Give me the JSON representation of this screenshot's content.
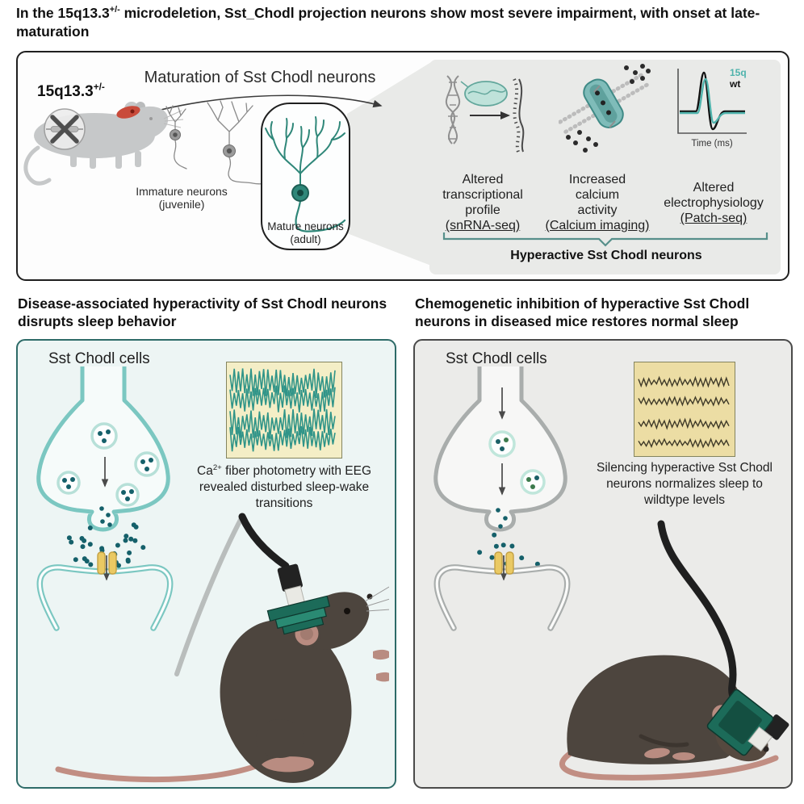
{
  "header": {
    "title_parts": {
      "pre": "In the 15q13.3",
      "sup": "+/-",
      "post": " microdeletion, Sst_Chodl projection neurons show most severe impairment, with onset at late-maturation"
    }
  },
  "top_panel": {
    "maturation_title": "Maturation of Sst Chodl neurons",
    "genotype": {
      "base": "15q13.3",
      "sup": "+/-"
    },
    "immature_label": [
      "Immature neurons",
      "(juvenile)"
    ],
    "mature_label": [
      "Mature neurons",
      "(adult)"
    ],
    "findings": [
      {
        "lines": [
          "Altered",
          "transcriptional",
          "profile"
        ],
        "method": "(snRNA-seq)"
      },
      {
        "lines": [
          "Increased",
          "calcium",
          "activity"
        ],
        "method": "(Calcium imaging)"
      },
      {
        "lines": [
          "Altered",
          "electrophysiology"
        ],
        "method": "(Patch-seq)"
      }
    ],
    "ephys": {
      "legend": [
        {
          "label": "15q",
          "color": "#4fb3ac"
        },
        {
          "label": "wt",
          "color": "#111111"
        }
      ],
      "xlabel": "Time (ms)"
    },
    "brace_label": "Hyperactive Sst Chodl neurons"
  },
  "left_panel": {
    "title": "Disease-associated hyperactivity of Sst Chodl neurons disrupts sleep behavior",
    "cells_label": "Sst Chodl cells",
    "caption": {
      "pre": "Ca",
      "sup": "2+",
      "post": " fiber photometry with EEG revealed disturbed sleep-wake transitions"
    }
  },
  "right_panel": {
    "title": "Chemogenetic inhibition of hyperactive Sst Chodl neurons in diseased mice restores normal sleep",
    "cells_label": "Sst Chodl cells",
    "caption": "Silencing hyperactive Sst Chodl neurons normalizes sleep to wildtype levels"
  },
  "colors": {
    "synapse_teal": "#7bc7c1",
    "synapse_grey": "#a9adac",
    "neuron_teal": "#2f8779",
    "eeg_trace_left": "#2f9488",
    "eeg_trace_right": "#3f3a28",
    "mouse_dark": "#4d453e",
    "mouse_grey": "#c6c8c9",
    "tail_pink": "#c18e83",
    "implant_green": "#1c6b59",
    "receptor_yellow": "#eac963",
    "brain_red": "#c94b3b"
  }
}
